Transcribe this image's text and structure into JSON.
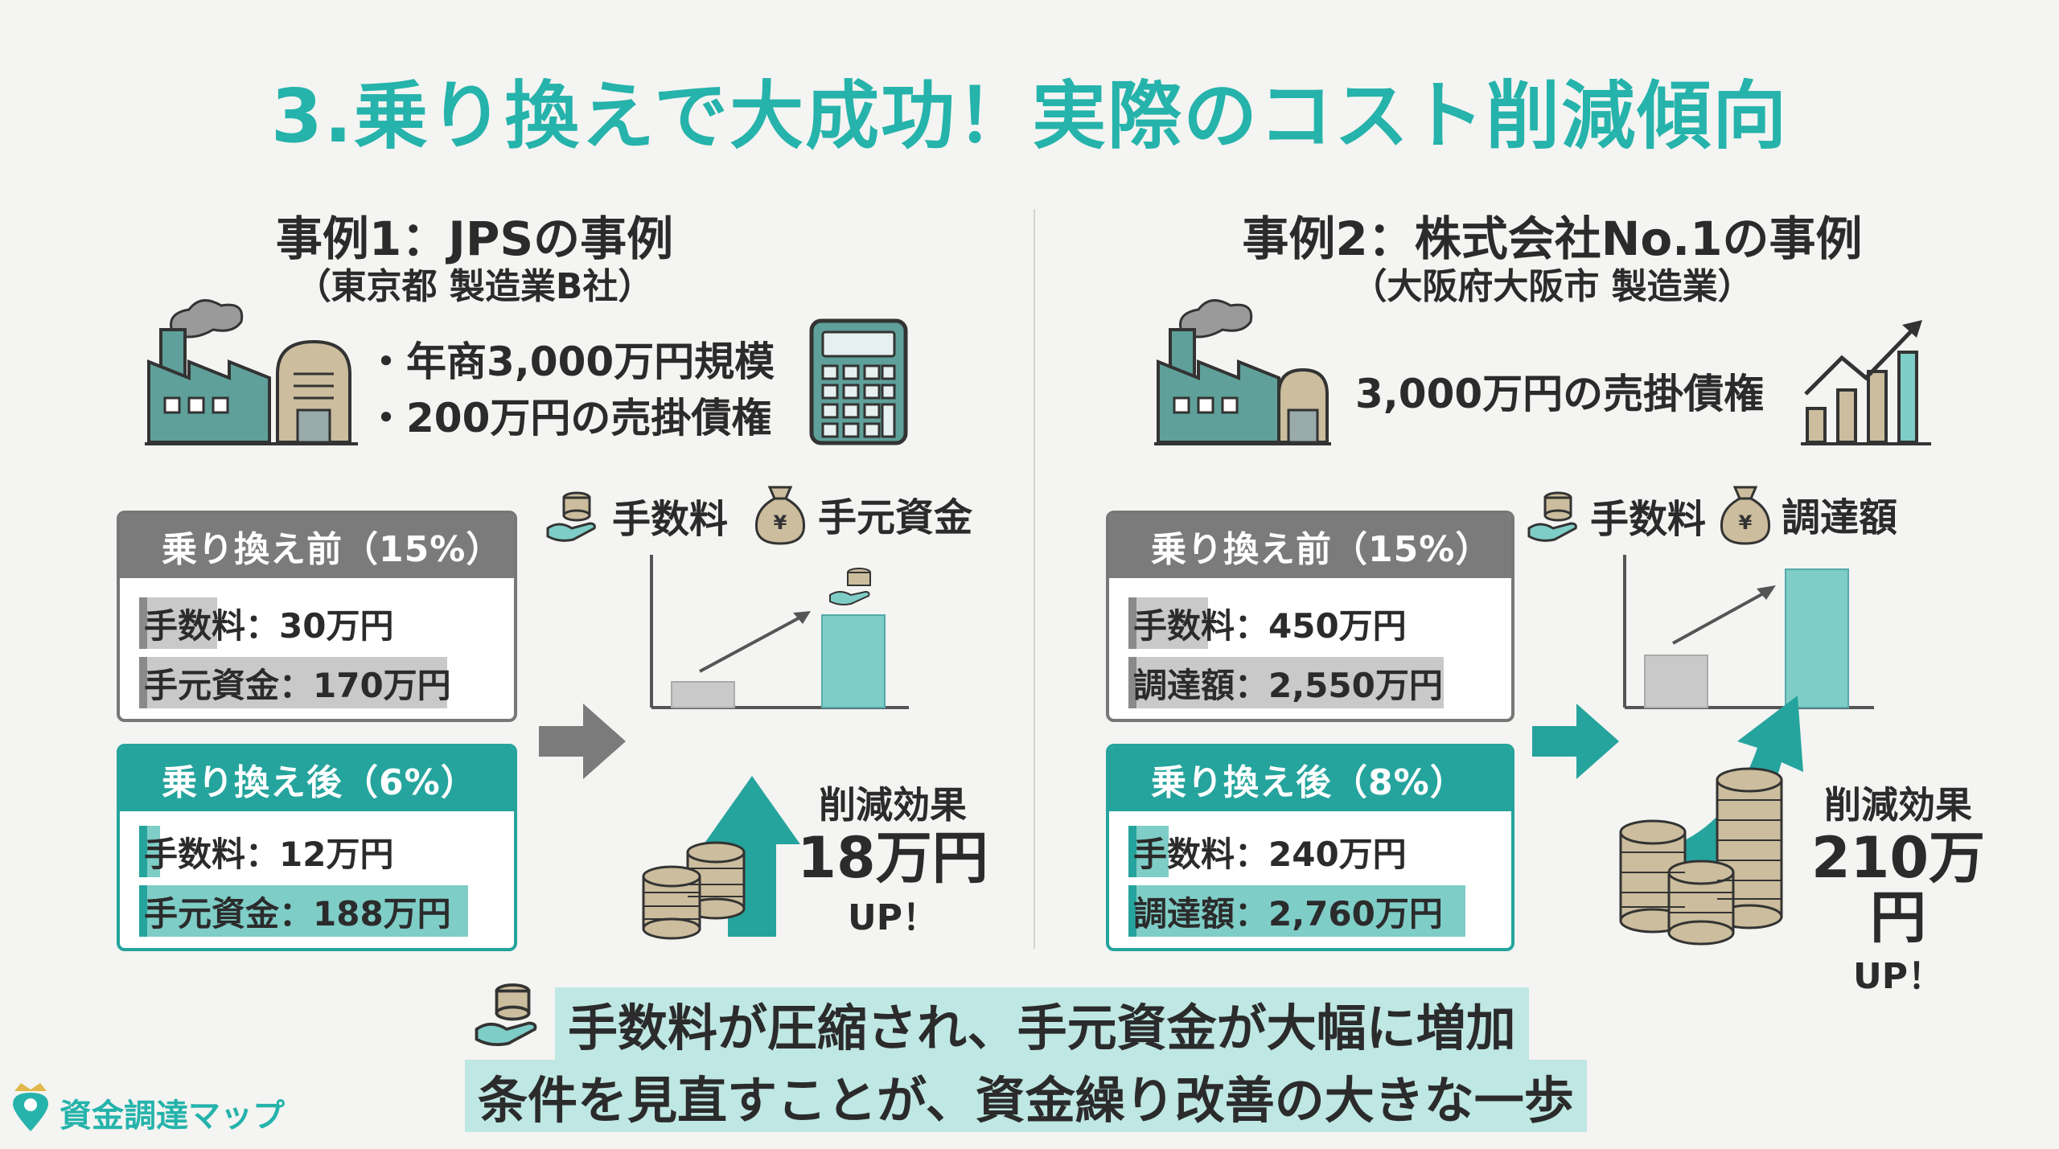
{
  "title": "3.乗り換えで大成功！実際のコスト削減傾向",
  "case1": {
    "title": "事例1：JPSの事例",
    "subtitle": "（東京都 製造業B社）",
    "bullets": [
      "・年商3,000万円規模",
      "・200万円の売掛債権"
    ],
    "legend": [
      "手数料",
      "手元資金"
    ],
    "before": {
      "header": "乗り換え前（15%）",
      "rows": [
        {
          "text": "手数料：30万円",
          "fill": 0.22
        },
        {
          "text": "手元資金：170万円",
          "fill": 0.87
        }
      ]
    },
    "after": {
      "header": "乗り換え後（6%）",
      "rows": [
        {
          "text": "手数料：12万円",
          "fill": 0.06
        },
        {
          "text": "手元資金：188万円",
          "fill": 0.93
        }
      ]
    },
    "effect": {
      "line1": "削減効果",
      "line2": "18万円",
      "line3": "UP！"
    }
  },
  "case2": {
    "title": "事例2：株式会社No.1の事例",
    "subtitle": "（大阪府大阪市 製造業）",
    "bullets": [
      "3,000万円の売掛債権"
    ],
    "legend": [
      "手数料",
      "調達額"
    ],
    "before": {
      "header": "乗り換え前（15%）",
      "rows": [
        {
          "text": "手数料：450万円",
          "fill": 0.22
        },
        {
          "text": "調達額：2,550万円",
          "fill": 0.87
        }
      ]
    },
    "after": {
      "header": "乗り換え後（8%）",
      "rows": [
        {
          "text": "手数料：240万円",
          "fill": 0.11
        },
        {
          "text": "調達額：2,760万円",
          "fill": 0.93
        }
      ]
    },
    "effect": {
      "line1": "削減効果",
      "line2": "210万円",
      "line3": "UP！"
    }
  },
  "summary": [
    "手数料が圧縮され、手元資金が大幅に増加",
    "条件を見直すことが、資金繰り改善の大きな一歩"
  ],
  "brand": "資金調達マップ",
  "colors": {
    "teal": "#25b3ab",
    "teal_dark": "#25a49d",
    "gray": "#7b7b7b"
  }
}
